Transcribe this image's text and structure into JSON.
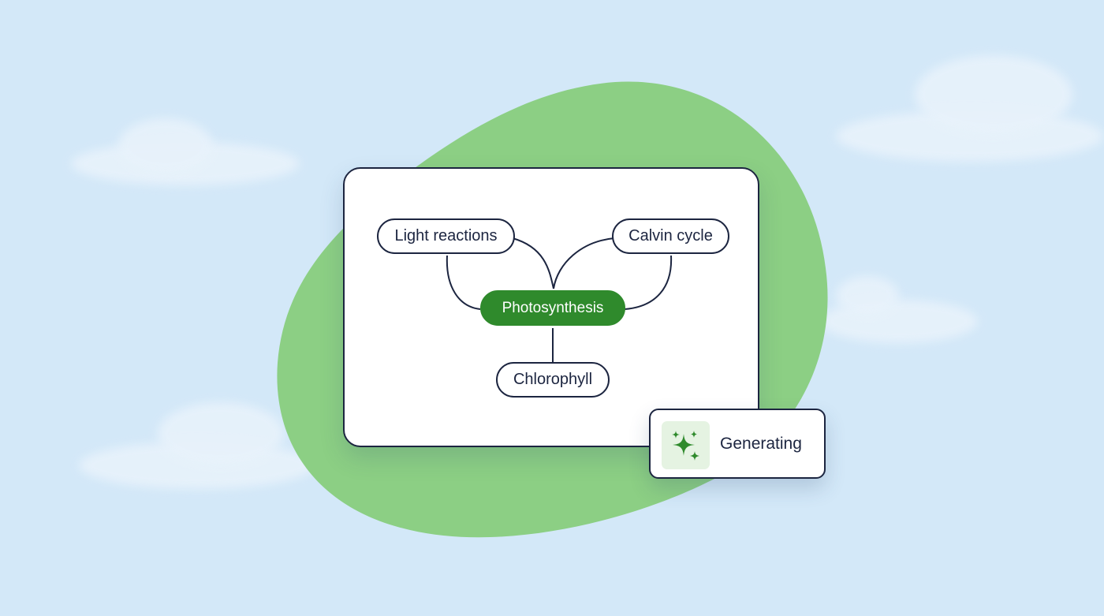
{
  "mindmap": {
    "root": "Photosynthesis",
    "branches": [
      "Light reactions",
      "Calvin cycle",
      "Chlorophyll"
    ]
  },
  "status": {
    "label": "Generating",
    "icon": "sparkles-icon"
  },
  "colors": {
    "sky": "#d3e8f8",
    "blob": "#8ccf84",
    "root_node": "#2f8a2c",
    "outline": "#1c2540",
    "icon_bg": "#e5f3e2"
  }
}
